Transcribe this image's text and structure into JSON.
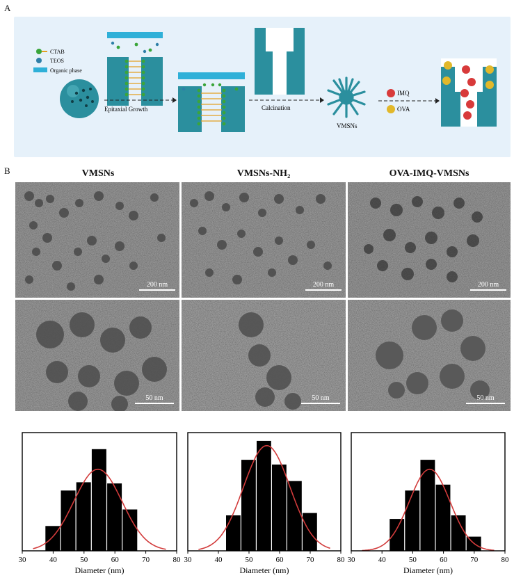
{
  "panel_a_label": "A",
  "panel_b_label": "B",
  "legend": {
    "ctab": "CTAB",
    "teos": "TEOS",
    "organic": "Organic phase"
  },
  "steps": {
    "epitaxial": "Epitaxial Growth",
    "calcination": "Calcination",
    "vmsns": "VMSNs",
    "imq": "IMQ",
    "ova": "OVA"
  },
  "tem_titles": [
    "VMSNs",
    "VMSNs-NH₂",
    "OVA-IMQ-VMSNs"
  ],
  "scales": {
    "low": "200 nm",
    "high": "50 nm"
  },
  "colors": {
    "teal": "#2b8f9e",
    "cyan": "#2fb0d8",
    "imq": "#d83a3a",
    "ova": "#e2b82a",
    "fit": "#d23b3b"
  },
  "chart_data": [
    {
      "type": "bar",
      "xlabel": "Diameter (nm)",
      "xlim": [
        30,
        80
      ],
      "xticks": [
        30,
        40,
        50,
        60,
        70,
        80
      ],
      "ylim": [
        0,
        1
      ],
      "categories": [
        40,
        45,
        50,
        55,
        60,
        65
      ],
      "values": [
        0.21,
        0.51,
        0.58,
        0.86,
        0.57,
        0.35
      ],
      "fit": {
        "mean": 54.5,
        "sd": 7.8,
        "peak": 0.69
      }
    },
    {
      "type": "bar",
      "xlabel": "Diameter (nm)",
      "xlim": [
        30,
        80
      ],
      "xticks": [
        30,
        40,
        50,
        60,
        70,
        80
      ],
      "ylim": [
        0,
        1
      ],
      "categories": [
        45,
        50,
        55,
        60,
        65,
        70
      ],
      "values": [
        0.3,
        0.77,
        0.93,
        0.73,
        0.59,
        0.32
      ],
      "fit": {
        "mean": 55.8,
        "sd": 7.6,
        "peak": 0.89
      }
    },
    {
      "type": "bar",
      "xlabel": "Diameter (nm)",
      "xlim": [
        30,
        80
      ],
      "xticks": [
        30,
        40,
        50,
        60,
        70,
        80
      ],
      "ylim": [
        0,
        1
      ],
      "categories": [
        45,
        50,
        55,
        60,
        65,
        70
      ],
      "values": [
        0.27,
        0.51,
        0.77,
        0.56,
        0.3,
        0.12
      ],
      "fit": {
        "mean": 55.5,
        "sd": 6.6,
        "peak": 0.69
      }
    }
  ]
}
